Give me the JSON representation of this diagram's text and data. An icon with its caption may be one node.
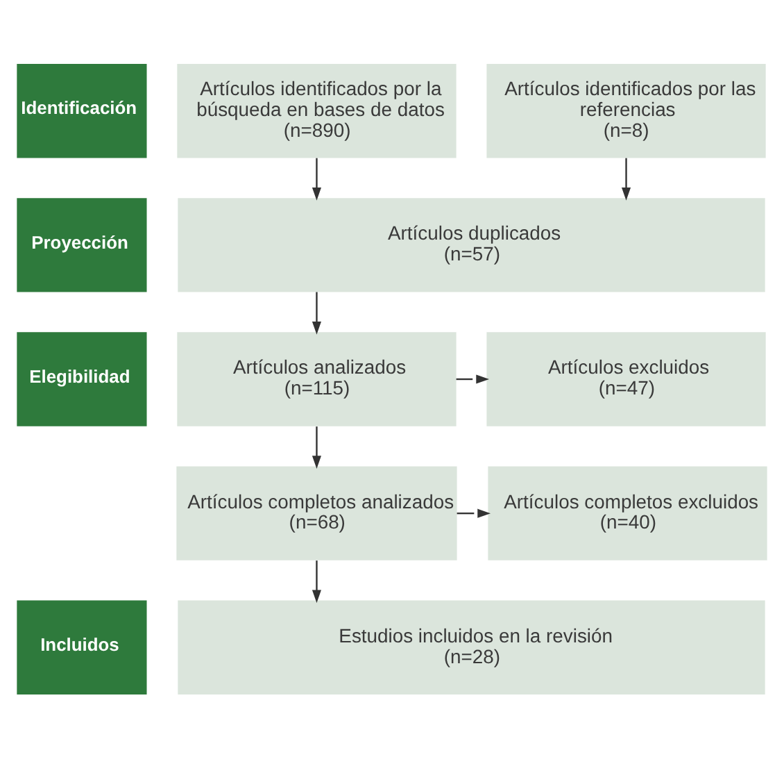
{
  "diagram": {
    "nodes": [
      {
        "text": [
          "Identificación"
        ]
      },
      {
        "text": [
          "Artículos identificados por la búsqueda en bases de datos",
          "(n=890)"
        ]
      },
      {
        "text": [
          "Artículos identificados por las referencias",
          "(n=8)"
        ]
      },
      {
        "text": [
          "Proyección"
        ]
      },
      {
        "text": [
          "Artículos duplicados",
          "(n=57)"
        ]
      },
      {
        "text": [
          "Elegibilidad"
        ]
      },
      {
        "text": [
          "Artículos analizados",
          "(n=115)"
        ]
      },
      {
        "text": [
          "Artículos excluidos",
          "(n=47)"
        ]
      },
      {
        "text": [
          "Artículos completos analizados",
          "(n=68)"
        ]
      },
      {
        "text": [
          "Artículos completos excluidos",
          "(n=40)"
        ]
      },
      {
        "text": [
          "Incluidos"
        ]
      },
      {
        "text": [
          "Estudios incluidos en la revisión",
          "(n=28)"
        ]
      }
    ],
    "edges": [
      {
        "from": 1,
        "to": 4,
        "arrow": "to"
      },
      {
        "from": 2,
        "to": 4,
        "arrow": "to"
      },
      {
        "from": 4,
        "to": 6,
        "arrow": "to"
      },
      {
        "from": 6,
        "to": 7,
        "arrow": "to"
      },
      {
        "from": 6,
        "to": 8,
        "arrow": "to"
      },
      {
        "from": 8,
        "to": 9,
        "arrow": "to"
      },
      {
        "from": 8,
        "to": 11,
        "arrow": "to"
      }
    ]
  }
}
